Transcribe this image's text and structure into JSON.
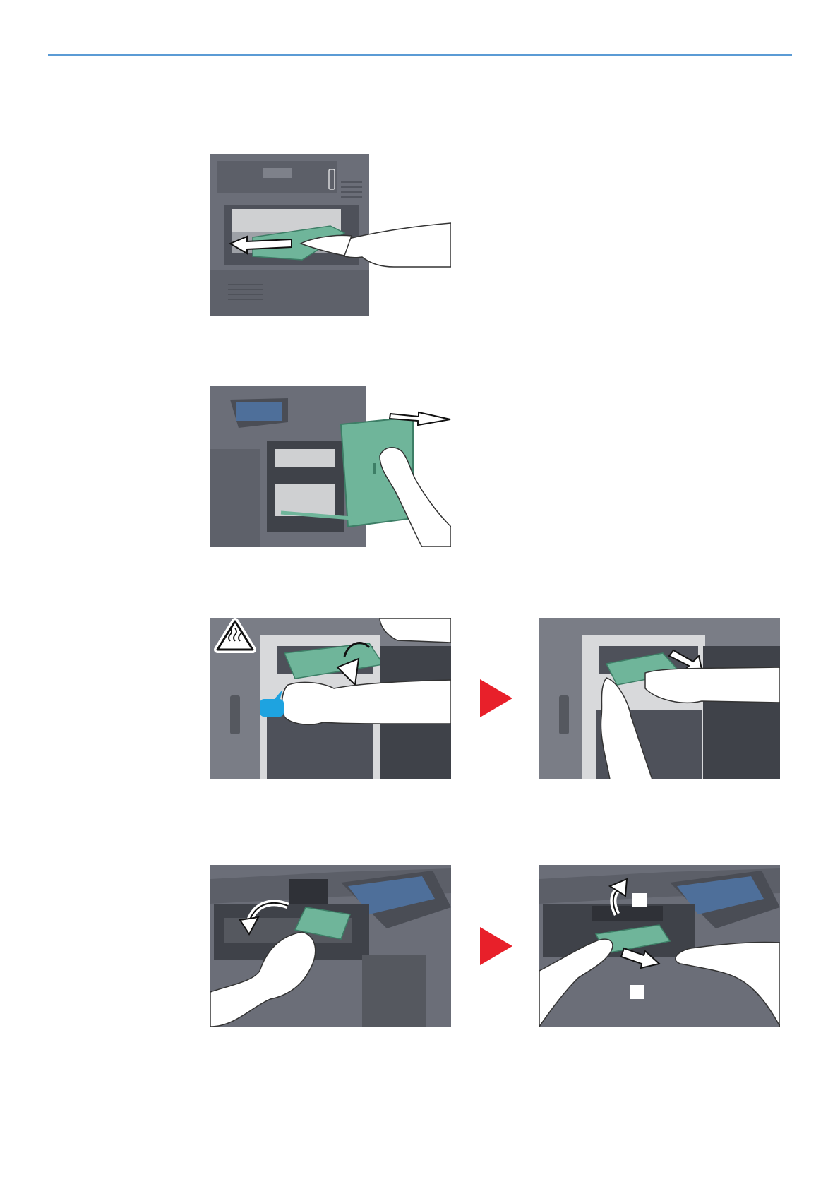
{
  "page": {
    "header_rule_color": "#5b9bd5",
    "paper_color": "#6fb59a",
    "arrow_color": "#e8202a",
    "callout_color": "#1ea3e0"
  },
  "figures": [
    {
      "id": "fig-1",
      "icon": "pull-jammed-paper-illustration"
    },
    {
      "id": "fig-2",
      "icon": "open-right-cover-illustration"
    },
    {
      "id": "fig-3a",
      "icon": "open-fuser-cover-illustration",
      "badge_icon": "hot-surface-warning-icon"
    },
    {
      "id": "fig-3b",
      "icon": "remove-paper-from-fuser-illustration"
    },
    {
      "id": "fig-4a",
      "icon": "open-inner-tray-cover-illustration"
    },
    {
      "id": "fig-4b",
      "icon": "remove-paper-from-inner-tray-illustration"
    }
  ],
  "step_arrows": [
    "next-step-arrow-icon",
    "next-step-arrow-icon"
  ]
}
